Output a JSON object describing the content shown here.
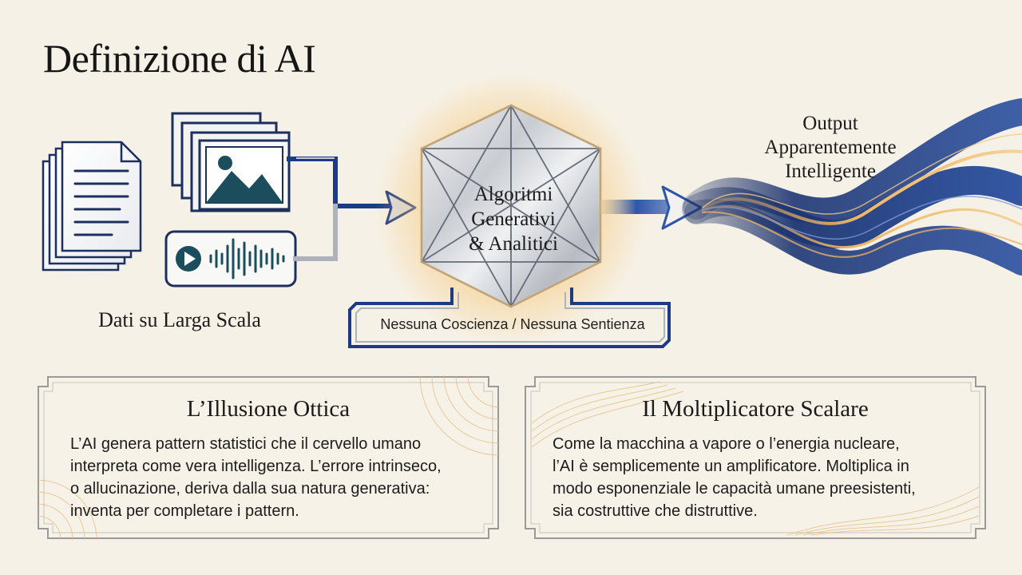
{
  "title": "Definizione di AI",
  "diagram": {
    "input_label": "Dati su Larga Scala",
    "core_label_lines": [
      "Algoritmi",
      "Generativi",
      "& Analitici"
    ],
    "output_label_lines": [
      "Output",
      "Apparentemente",
      "Intelligente"
    ],
    "note": "Nessuna Coscienza / Nessuna Sentienza"
  },
  "cards": [
    {
      "title": "L’Illusione Ottica",
      "lines": [
        "L’AI genera pattern statistici che il cervello umano",
        "interpreta come vera intelligenza. L’errore intrinseco,",
        "o allucinazione, deriva dalla sua natura generativa:",
        "inventa per completare i pattern."
      ]
    },
    {
      "title": "Il Moltiplicatore Scalare",
      "lines": [
        "Come la macchina a vapore o l’energia nucleare,",
        "l’AI è semplicemente un amplificatore. Moltiplica in",
        "modo esponenziale le capacità umane preesistenti,",
        "sia costruttive che distruttive."
      ]
    }
  ],
  "colors": {
    "navy": "#1d3566",
    "blue": "#2e56a8",
    "gold": "#d9a35a",
    "silver": "#a9adb4",
    "background": "#f6f1e6"
  },
  "icons": [
    "document-stack-icon",
    "image-stack-icon",
    "audio-player-icon",
    "arrow-right-icon",
    "polyhedron-icon",
    "wave-ribbon-icon"
  ]
}
